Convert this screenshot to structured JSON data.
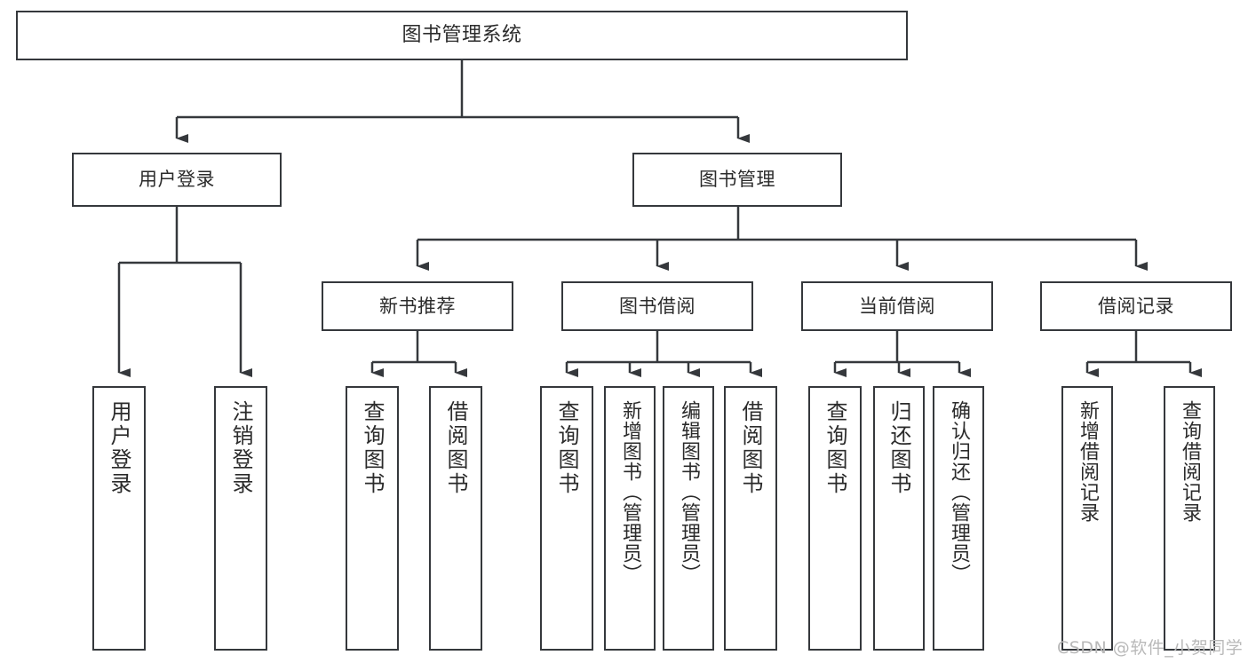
{
  "diagram": {
    "title": "图书管理系统",
    "type": "hierarchy-tree",
    "colors": {
      "stroke": "#35383c",
      "text": "#2b2b2b",
      "background": "#ffffff",
      "watermark": "#b9b9b9"
    },
    "root": {
      "label": "图书管理系统"
    },
    "level2": [
      {
        "label": "用户登录"
      },
      {
        "label": "图书管理"
      }
    ],
    "level3": [
      {
        "label": "新书推荐"
      },
      {
        "label": "图书借阅"
      },
      {
        "label": "当前借阅"
      },
      {
        "label": "借阅记录"
      }
    ],
    "leaves": [
      {
        "label": "用户登录",
        "parent": "用户登录"
      },
      {
        "label": "注销登录",
        "parent": "用户登录"
      },
      {
        "label": "查询图书",
        "parent": "新书推荐"
      },
      {
        "label": "借阅图书",
        "parent": "新书推荐"
      },
      {
        "label": "查询图书",
        "parent": "图书借阅"
      },
      {
        "label": "新增图书（管理员）",
        "parent": "图书借阅"
      },
      {
        "label": "编辑图书（管理员）",
        "parent": "图书借阅"
      },
      {
        "label": "借阅图书",
        "parent": "图书借阅"
      },
      {
        "label": "查询图书",
        "parent": "当前借阅"
      },
      {
        "label": "归还图书",
        "parent": "当前借阅"
      },
      {
        "label": "确认归还（管理员）",
        "parent": "当前借阅"
      },
      {
        "label": "新增借阅记录",
        "parent": "借阅记录"
      },
      {
        "label": "查询借阅记录",
        "parent": "借阅记录"
      }
    ]
  },
  "watermark": {
    "text": "CSDN @软件_小贺同学"
  }
}
